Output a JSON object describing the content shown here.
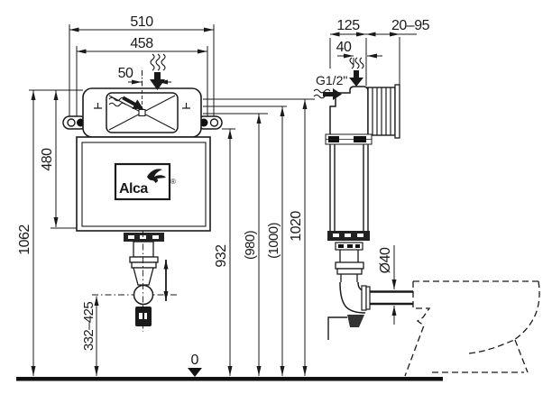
{
  "drawing": {
    "front": {
      "width_outer": "510",
      "width_frame": "458",
      "inlet_offset": "50",
      "tank_height": "480",
      "total_height": "1062",
      "outlet_height_range": "332–425",
      "floor_zero": "0",
      "level_932": "932",
      "level_980": "(980)",
      "level_1000": "(1000)",
      "level_1020": "1020"
    },
    "side": {
      "depth": "125",
      "wall_finish_range": "20–95",
      "supply_offset": "40",
      "supply_thread": "G1/2\"",
      "pipe_diameter": "Ø40"
    },
    "logo": {
      "text": "Alca",
      "registered": "®"
    },
    "colors": {
      "line": "#1a1a1a",
      "background": "#ffffff"
    }
  }
}
